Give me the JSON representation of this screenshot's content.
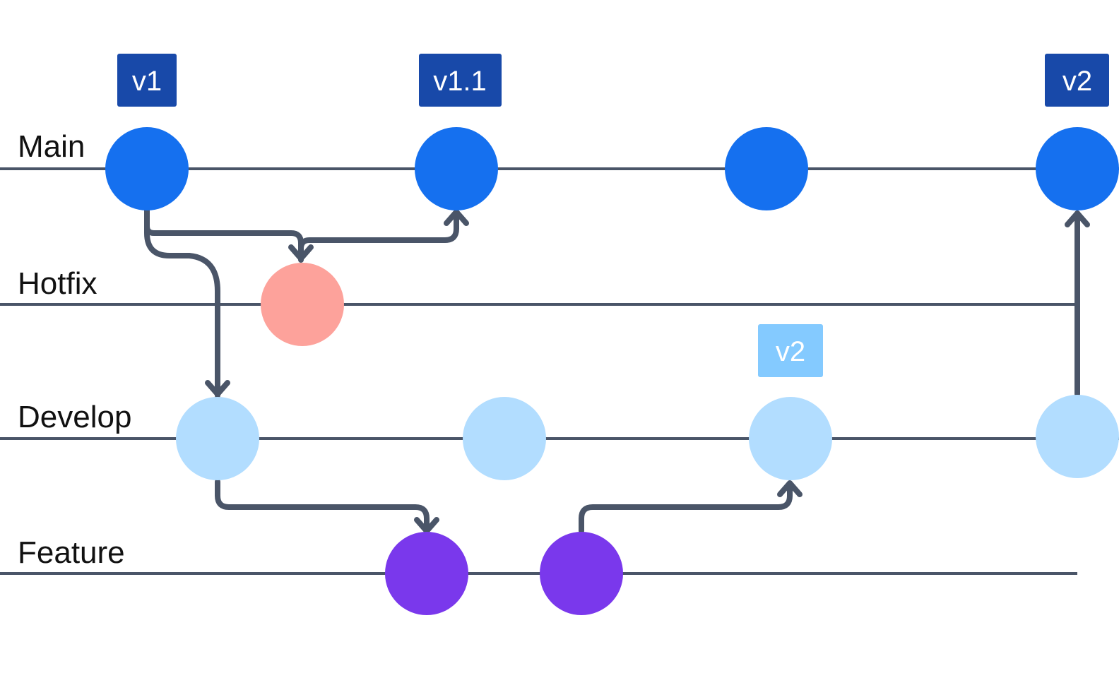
{
  "lanes": {
    "main": "Main",
    "hotfix": "Hotfix",
    "develop": "Develop",
    "feature": "Feature"
  },
  "tags": {
    "v1": "v1",
    "v1_1": "v1.1",
    "v2_main": "v2",
    "v2_develop": "v2"
  },
  "colors": {
    "main_commit": "#1570ef",
    "hotfix_commit": "#fda29b",
    "develop_commit": "#b2ddff",
    "feature_commit": "#7a38ec",
    "release_tag": "#1849a9",
    "develop_tag": "#84caff",
    "line": "#4a5568"
  }
}
